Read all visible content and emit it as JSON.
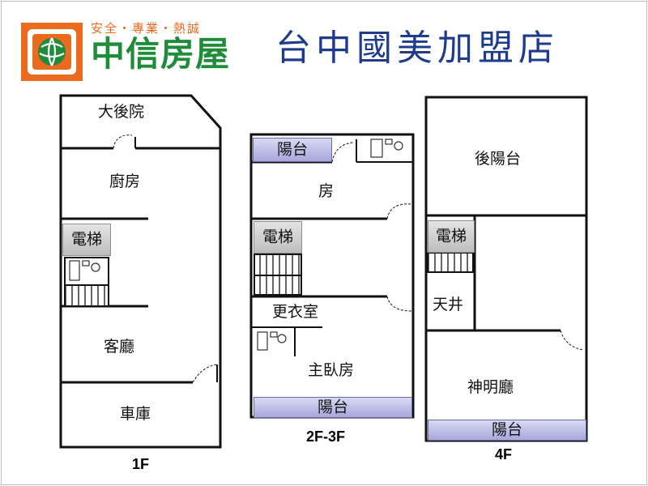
{
  "header": {
    "slogan": "安全・專業・熱誠",
    "brand_name": "中信房屋",
    "store_name": "台中國美加盟店"
  },
  "floors": {
    "f1": {
      "label": "1F",
      "rooms": {
        "backyard": "大後院",
        "kitchen": "廚房",
        "elevator": "電梯",
        "living_room": "客廳",
        "garage": "車庫"
      }
    },
    "f2_3": {
      "label": "2F-3F",
      "rooms": {
        "balcony_top": "陽台",
        "room": "房",
        "elevator": "電梯",
        "dressing_room": "更衣室",
        "master_bedroom": "主臥房",
        "balcony_bottom": "陽台"
      }
    },
    "f4": {
      "label": "4F",
      "rooms": {
        "back_balcony": "後陽台",
        "elevator": "電梯",
        "skylight": "天井",
        "shrine_hall": "神明廳",
        "balcony": "陽台"
      }
    }
  },
  "colors": {
    "brand_orange": "#ea6b1d",
    "brand_green": "#1f8c3a",
    "store_blue": "#1f3c8c",
    "balcony_fill": "#b9b9e6"
  }
}
